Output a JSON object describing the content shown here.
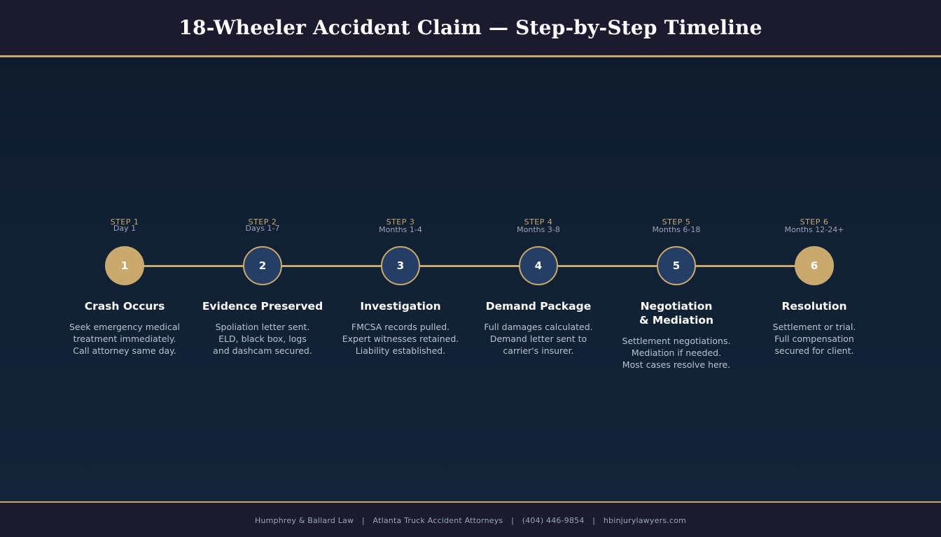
{
  "header": {
    "title": "18-Wheeler Accident Claim — Step-by-Step Timeline"
  },
  "colors": {
    "accent": "#c9a96e",
    "navy": "#243e66",
    "header_bg": "#1b1a2e"
  },
  "steps": [
    {
      "label": "STEP 1",
      "time": "Day 1",
      "number": "1",
      "title": [
        "Crash Occurs"
      ],
      "desc": [
        "Seek emergency medical",
        "treatment immediately.",
        "Call attorney same day."
      ]
    },
    {
      "label": "STEP 2",
      "time": "Days 1-7",
      "number": "2",
      "title": [
        "Evidence Preserved"
      ],
      "desc": [
        "Spoliation letter sent.",
        "ELD, black box, logs",
        "and dashcam secured."
      ]
    },
    {
      "label": "STEP 3",
      "time": "Months 1-4",
      "number": "3",
      "title": [
        "Investigation"
      ],
      "desc": [
        "FMCSA records pulled.",
        "Expert witnesses retained.",
        "Liability established."
      ]
    },
    {
      "label": "STEP 4",
      "time": "Months 3-8",
      "number": "4",
      "title": [
        "Demand Package"
      ],
      "desc": [
        "Full damages calculated.",
        "Demand letter sent to",
        "carrier's insurer."
      ]
    },
    {
      "label": "STEP 5",
      "time": "Months 6-18",
      "number": "5",
      "title": [
        "Negotiation",
        "& Mediation"
      ],
      "desc": [
        "Settlement negotiations.",
        "Mediation if needed.",
        "Most cases resolve here."
      ]
    },
    {
      "label": "STEP 6",
      "time": "Months 12-24+",
      "number": "6",
      "title": [
        "Resolution"
      ],
      "desc": [
        "Settlement or trial.",
        "Full compensation",
        "secured for client."
      ]
    }
  ],
  "footer": {
    "firm": "Humphrey & Ballard Law",
    "tagline": "Atlanta Truck Accident Attorneys",
    "phone": "(404) 446-9854",
    "website": "hbinjurylawyers.com",
    "separator": "|"
  }
}
